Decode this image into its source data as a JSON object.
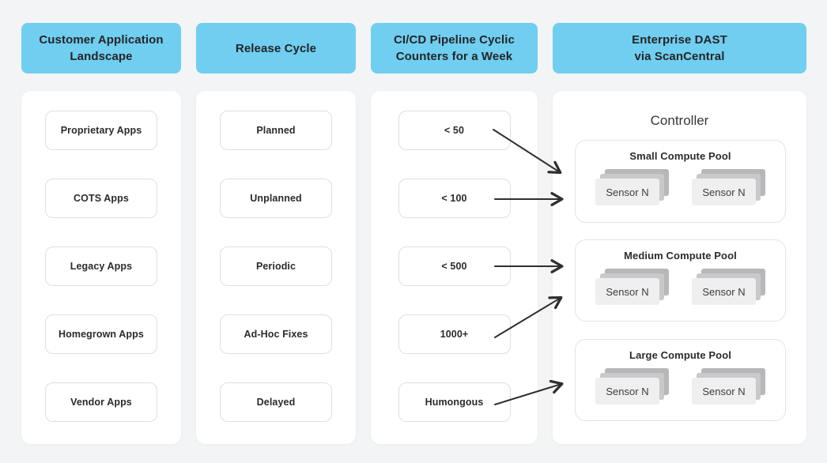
{
  "diagram": {
    "background_color": "#f3f4f6",
    "accent_color": "#70cef1",
    "arrow_color": "#2f2f2f"
  },
  "columns": [
    {
      "header": "Customer Application\nLandscape",
      "items": [
        "Proprietary Apps",
        "COTS Apps",
        "Legacy Apps",
        "Homegrown Apps",
        "Vendor Apps"
      ]
    },
    {
      "header": "Release Cycle",
      "items": [
        "Planned",
        "Unplanned",
        "Periodic",
        "Ad-Hoc Fixes",
        "Delayed"
      ]
    },
    {
      "header": "CI/CD Pipeline Cyclic\nCounters for a Week",
      "items": [
        "< 50",
        "< 100",
        "< 500",
        "1000+",
        "Humongous"
      ]
    },
    {
      "header": "Enterprise DAST\nvia ScanCentral",
      "controller_label": "Controller",
      "pools": [
        {
          "title": "Small Compute Pool",
          "sensors": [
            "Sensor N",
            "Sensor N"
          ]
        },
        {
          "title": "Medium Compute Pool",
          "sensors": [
            "Sensor N",
            "Sensor N"
          ]
        },
        {
          "title": "Large Compute Pool",
          "sensors": [
            "Sensor N",
            "Sensor N"
          ]
        }
      ]
    }
  ],
  "connections": [
    {
      "from": "< 50",
      "to": "Small Compute Pool"
    },
    {
      "from": "< 100",
      "to": "Small Compute Pool"
    },
    {
      "from": "< 500",
      "to": "Medium Compute Pool"
    },
    {
      "from": "1000+",
      "to": "Medium Compute Pool"
    },
    {
      "from": "Humongous",
      "to": "Large Compute Pool"
    }
  ]
}
